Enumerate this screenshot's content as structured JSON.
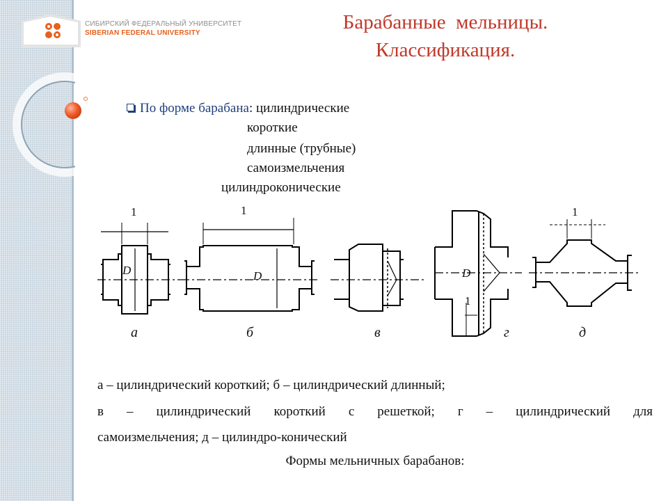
{
  "logo": {
    "ru": "СИБИРСКИЙ ФЕДЕРАЛЬНЫЙ УНИВЕРСИТЕТ",
    "en": "SIBERIAN FEDERAL UNIVERSITY"
  },
  "title": {
    "line1": "Барабанные  мельницы.",
    "line2": "Классификация."
  },
  "classification": {
    "lead": "По форме барабана",
    "first": ": цилиндрические",
    "items": [
      "короткие",
      "длинные (трубные)",
      "самоизмельчения"
    ],
    "last": "цилиндроконические"
  },
  "figure": {
    "dim_label": "1",
    "diameter_label": "D",
    "panel_labels": [
      "а",
      "б",
      "в",
      "г",
      "д"
    ]
  },
  "caption": {
    "line1": "а – цилиндрический короткий; б – цилиндрический длинный;",
    "line2": "в – цилиндрический короткий с решеткой; г – цилиндрический для",
    "line3": "самоизмельчения; д – цилиндро-конический",
    "figure_title": "Формы мельничных барабанов:"
  },
  "colors": {
    "title": "#c0392b",
    "bullet": "#1f3f7a",
    "brand": "#e8601c"
  }
}
